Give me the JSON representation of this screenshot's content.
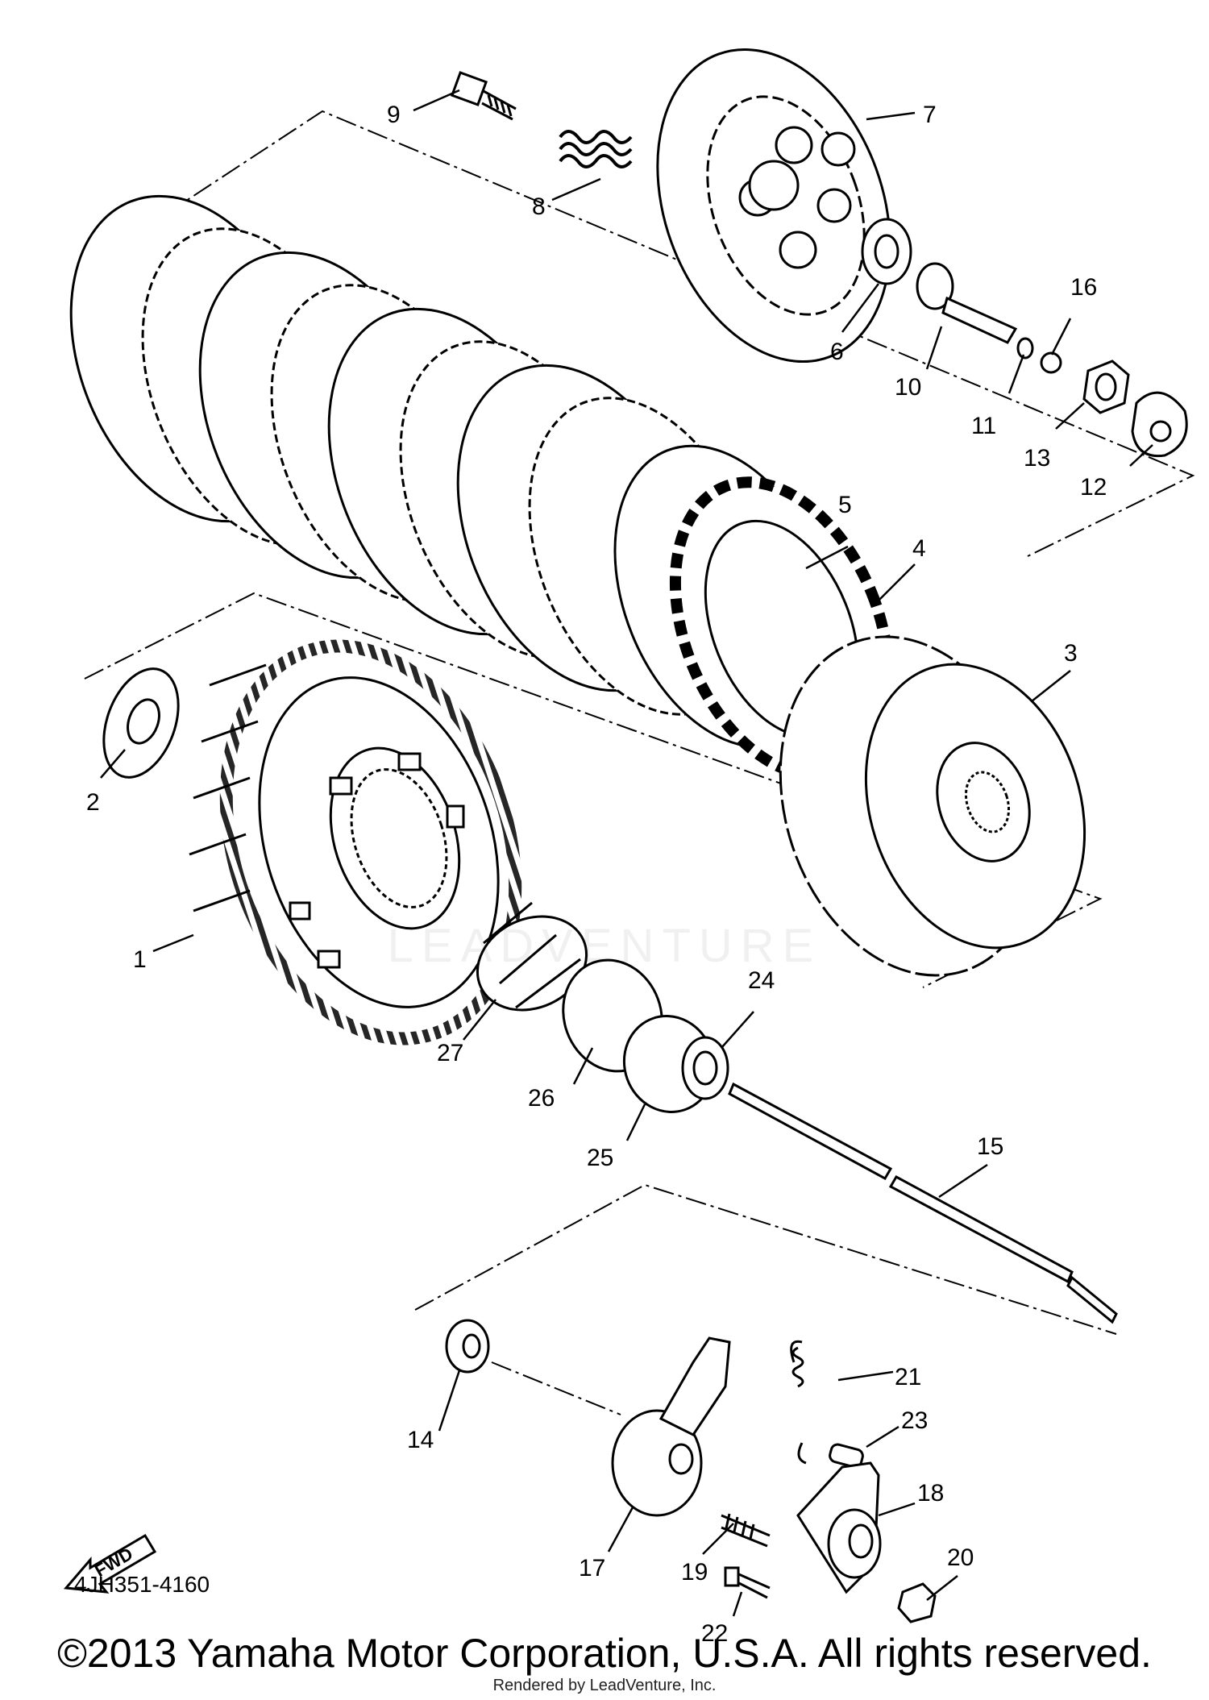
{
  "diagram": {
    "callouts": [
      {
        "id": "1",
        "label": "1"
      },
      {
        "id": "2",
        "label": "2"
      },
      {
        "id": "3",
        "label": "3"
      },
      {
        "id": "4",
        "label": "4"
      },
      {
        "id": "5",
        "label": "5"
      },
      {
        "id": "6",
        "label": "6"
      },
      {
        "id": "7",
        "label": "7"
      },
      {
        "id": "8",
        "label": "8"
      },
      {
        "id": "9",
        "label": "9"
      },
      {
        "id": "10",
        "label": "10"
      },
      {
        "id": "11",
        "label": "11"
      },
      {
        "id": "12",
        "label": "12"
      },
      {
        "id": "13",
        "label": "13"
      },
      {
        "id": "14",
        "label": "14"
      },
      {
        "id": "15",
        "label": "15"
      },
      {
        "id": "16",
        "label": "16"
      },
      {
        "id": "17",
        "label": "17"
      },
      {
        "id": "18",
        "label": "18"
      },
      {
        "id": "19",
        "label": "19"
      },
      {
        "id": "20",
        "label": "20"
      },
      {
        "id": "21",
        "label": "21"
      },
      {
        "id": "22",
        "label": "22"
      },
      {
        "id": "23",
        "label": "23"
      },
      {
        "id": "24",
        "label": "24"
      },
      {
        "id": "25",
        "label": "25"
      },
      {
        "id": "26",
        "label": "26"
      },
      {
        "id": "27",
        "label": "27"
      }
    ],
    "fwd_label": "FWD",
    "part_code": "4JH351-4160"
  },
  "footer": {
    "copyright": "©2013 Yamaha Motor Corporation, U.S.A. All rights reserved.",
    "rendered_by": "Rendered by LeadVenture, Inc."
  },
  "watermark": "LEADVENTURE"
}
